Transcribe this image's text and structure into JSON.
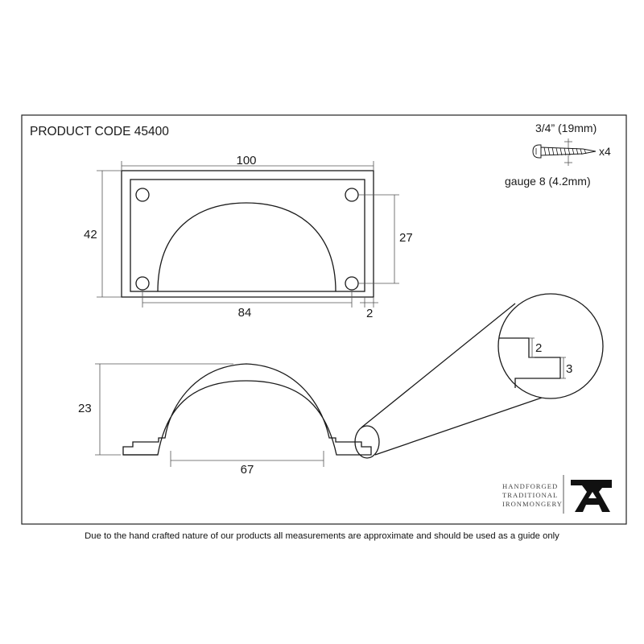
{
  "drawing": {
    "product_code_label": "PRODUCT CODE  45400",
    "screw": {
      "length": "3/4” (19mm)",
      "gauge": "gauge 8 (4.2mm)",
      "quantity": "x4",
      "icon": "screw-icon"
    },
    "dimensions": {
      "overall_width": "100",
      "overall_height": "42",
      "hole_spacing_vertical": "27",
      "hole_spacing_horizontal": "84",
      "edge_offset": "2",
      "profile_height": "23",
      "inner_width": "67",
      "detail_step_width": "2",
      "detail_step_height": "3"
    },
    "brand": {
      "line1": "HANDFORGED",
      "line2": "TRADITIONAL",
      "line3": "IRONMONGERY",
      "logo_icon": "anvil-a-icon"
    },
    "disclaimer": "Due to the hand crafted nature of our products all measurements are approximate and should be used as a guide only"
  }
}
